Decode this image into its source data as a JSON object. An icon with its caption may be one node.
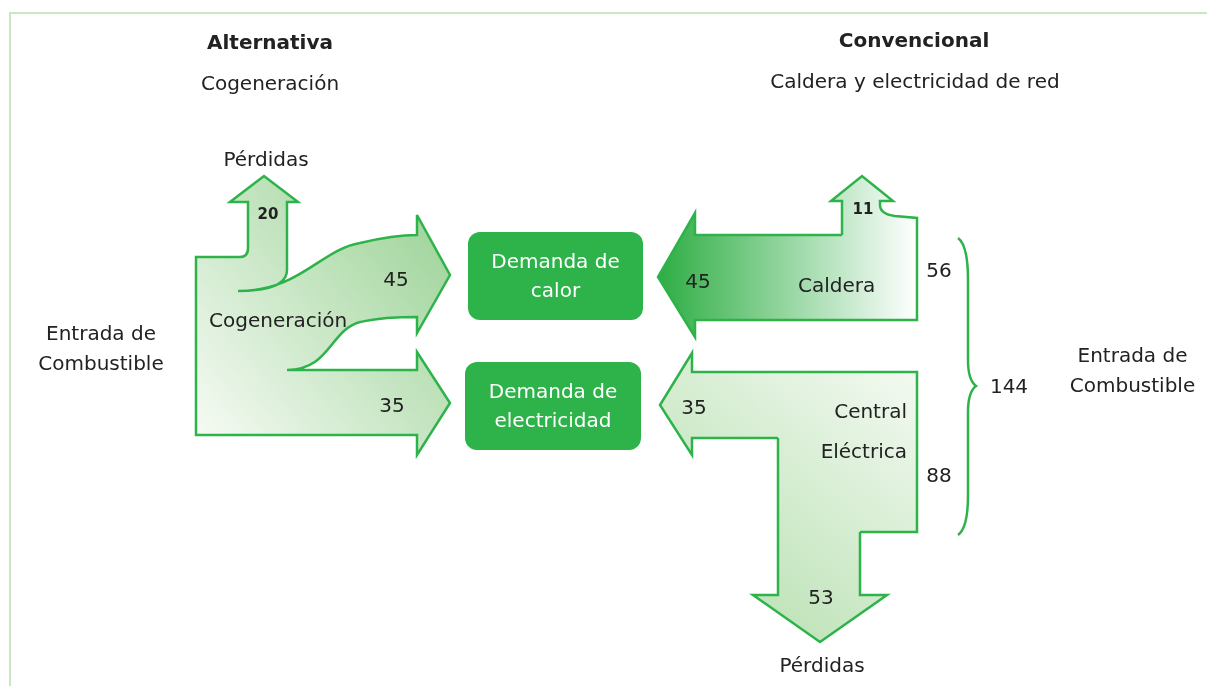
{
  "diagram": {
    "nodes": [
      {
        "text": [
          "Pérdidas"
        ]
      },
      {
        "text": [
          "Cogeneración"
        ]
      },
      {
        "text": [
          "Demanda de calor"
        ]
      },
      {
        "text": [
          "Demanda de electricidad"
        ]
      },
      {
        "text": [
          "Caldera"
        ]
      },
      {
        "text": [
          "Central Eléctrica"
        ]
      },
      {
        "text": [
          "Pérdidas"
        ]
      }
    ],
    "edges": [
      {
        "from": 1,
        "to": 0,
        "arrow": "to",
        "label": "20"
      },
      {
        "from": 1,
        "to": 2,
        "arrow": "to",
        "label": "45"
      },
      {
        "from": 1,
        "to": 3,
        "arrow": "to",
        "label": "35"
      },
      {
        "from": 4,
        "to": 2,
        "arrow": "to",
        "label": "45"
      },
      {
        "from": 4,
        "to": null,
        "arrow": "to",
        "label": "11"
      },
      {
        "from": 5,
        "to": 3,
        "arrow": "to",
        "label": "35"
      },
      {
        "from": 5,
        "to": 6,
        "arrow": "to",
        "label": "53"
      }
    ],
    "labels": [
      "Alternativa",
      "Cogeneración",
      "Convencional",
      "Caldera y electricidad de red",
      "Entrada de Combustible",
      "56",
      "144",
      "Entrada de Combustible",
      "88"
    ]
  }
}
